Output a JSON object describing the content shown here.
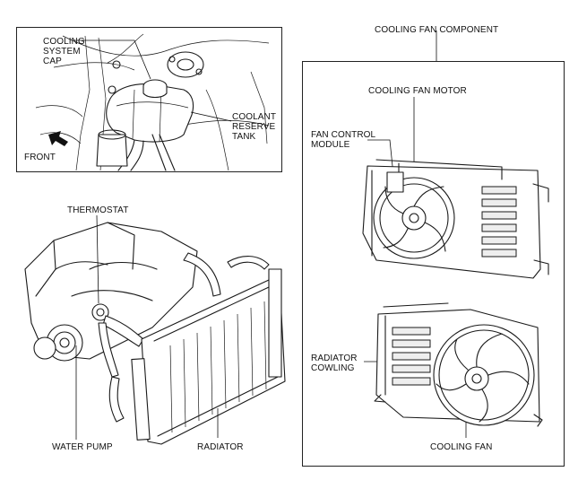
{
  "labels": {
    "cooling_system_cap": "COOLING\nSYSTEM\nCAP",
    "coolant_reserve_tank": "COOLANT\nRESERVE\nTANK",
    "front": "FRONT",
    "thermostat": "THERMOSTAT",
    "water_pump": "WATER PUMP",
    "radiator": "RADIATOR",
    "cooling_fan_component": "COOLING FAN COMPONENT",
    "cooling_fan_motor": "COOLING FAN MOTOR",
    "fan_control_module": "FAN CONTROL\nMODULE",
    "radiator_cowling": "RADIATOR\nCOWLING",
    "cooling_fan": "COOLING FAN"
  }
}
